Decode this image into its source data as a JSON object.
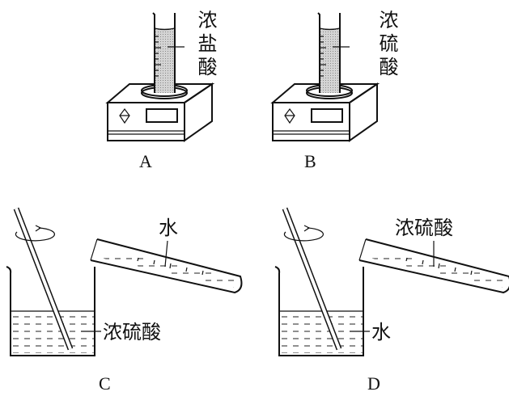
{
  "panels": [
    {
      "id": "A",
      "caption": "A",
      "label": "浓盐酸"
    },
    {
      "id": "B",
      "caption": "B",
      "label": "浓硫酸"
    },
    {
      "id": "C",
      "caption": "C",
      "tube_label": "水",
      "beaker_label": "浓硫酸"
    },
    {
      "id": "D",
      "caption": "D",
      "tube_label": "浓硫酸",
      "beaker_label": "水"
    }
  ],
  "colors": {
    "ink": "#111111",
    "liquid": "#bdbdbd"
  }
}
